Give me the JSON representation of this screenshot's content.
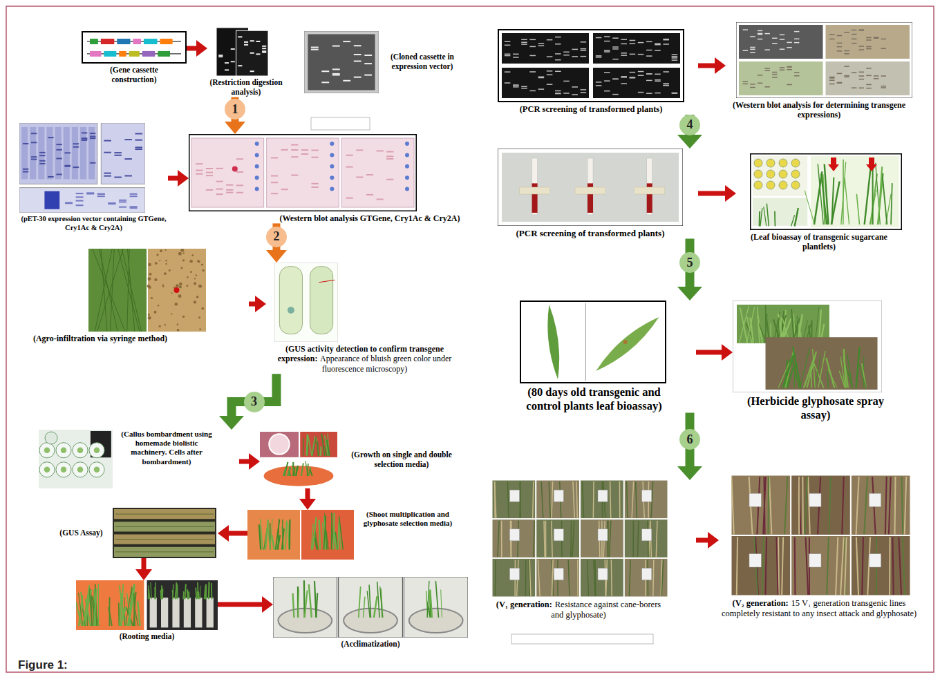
{
  "diagram": {
    "caption": "Figure 1:",
    "nodes": [
      {
        "text": [
          "(Gene cassette construction)"
        ]
      },
      {
        "text": [
          "(Restriction digestion analysis)"
        ]
      },
      {
        "text": [
          "(Cloned cassette in expression vector)"
        ]
      },
      {
        "text": [
          "(pET-30 expression vector containing GTGene, Cry1Ac & Cry2A)"
        ]
      },
      {
        "text": [
          "(Western blot analysis GTGene, Cry1Ac & Cry2A)"
        ]
      },
      {
        "text": [
          "(Agro-infiltration via syringe method)"
        ]
      },
      {
        "text": [
          "(GUS activity detection to confirm transgene expression:",
          "Appearance of bluish green color under fluorescence microscopy)"
        ]
      },
      {
        "text": [
          "(Callus bombardment using homemade biolistic machinery. Cells after bombardment)"
        ]
      },
      {
        "text": [
          "(Growth on single and double selection media)"
        ]
      },
      {
        "text": [
          "(Shoot multiplication and glyphosate selection media)"
        ]
      },
      {
        "text": [
          "(GUS Assay)"
        ]
      },
      {
        "text": [
          "(Rooting media)"
        ]
      },
      {
        "text": [
          "(Acclimatization)"
        ]
      },
      {
        "text": [
          "(PCR screening of transformed plants)"
        ]
      },
      {
        "text": [
          "(Western blot analysis for determining transgene expressions)"
        ]
      },
      {
        "text": [
          "(PCR screening of transformed plants)"
        ]
      },
      {
        "text": [
          "(Leaf bioassay of transgenic sugarcane plantlets)"
        ]
      },
      {
        "text": [
          "(80 days old transgenic and control plants leaf bioassay)"
        ]
      },
      {
        "text": [
          "(Herbicide glyphosate spray assay)"
        ]
      },
      {
        "text": [
          "(V₁ generation:",
          "Resistance against cane-borers and glyphosate)"
        ]
      },
      {
        "text": [
          "(V₂ generation:",
          "15 V₁ generation transgenic lines completely resistant to any insect attack and glyphosate)"
        ]
      }
    ],
    "edges": [
      {
        "from": 0,
        "to": 1,
        "arrow": "to"
      },
      {
        "from": 1,
        "to": 4,
        "arrow": "to"
      },
      {
        "from": 3,
        "to": 4,
        "arrow": "to"
      },
      {
        "from": 4,
        "to": 6,
        "arrow": "to"
      },
      {
        "from": 5,
        "to": 6,
        "arrow": "to"
      },
      {
        "from": 6,
        "to": 7,
        "arrow": "to"
      },
      {
        "from": 7,
        "to": 8,
        "arrow": "to"
      },
      {
        "from": 8,
        "to": 9,
        "arrow": "to"
      },
      {
        "from": 9,
        "to": 10,
        "arrow": "to"
      },
      {
        "from": 10,
        "to": 11,
        "arrow": "to"
      },
      {
        "from": 11,
        "to": 12,
        "arrow": "to"
      },
      {
        "from": 13,
        "to": 14,
        "arrow": "to"
      },
      {
        "from": 13,
        "to": 15,
        "arrow": "to"
      },
      {
        "from": 15,
        "to": 16,
        "arrow": "to"
      },
      {
        "from": 15,
        "to": 17,
        "arrow": "to"
      },
      {
        "from": 17,
        "to": 18,
        "arrow": "to"
      },
      {
        "from": 17,
        "to": 19,
        "arrow": "to"
      },
      {
        "from": 19,
        "to": 20,
        "arrow": "to"
      }
    ],
    "labels": [
      "1",
      "2",
      "3",
      "4",
      "5",
      "6"
    ]
  }
}
